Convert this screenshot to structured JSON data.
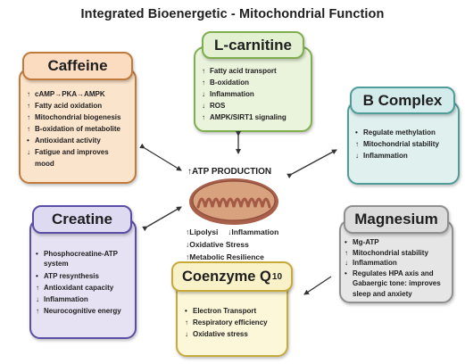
{
  "title": "Integrated Bioenergetic - Mitochondrial Function",
  "center": {
    "atp_label": "ATP PRODUCTION",
    "lipolysis": "Lipolysi",
    "inflammation": "Inflammation",
    "oxidative_stress": "Oxidative Stress",
    "metabolic_resilience": "Metabolic Resilience"
  },
  "markers": {
    "up": "↑",
    "down": "↓"
  },
  "caffeine": {
    "name": "Caffeine",
    "items": [
      "cAMP→PKA→AMPK",
      "Fatty acid oxidation",
      "Mitochondrial biogenesis",
      "B-oxidation of metabolite",
      "Antioxidant activity",
      "Fatigue and improves",
      "mood"
    ]
  },
  "lcarnitine": {
    "name": "L-carnitine",
    "items": [
      "Fatty acid transport",
      "B-oxidation",
      "Inflammation",
      "ROS",
      "AMPK/SIRT1 signaling"
    ]
  },
  "bcomplex": {
    "name": "B Complex",
    "items": [
      "Regulate methylation",
      "Mitochondrial stability",
      "Inflammation"
    ]
  },
  "creatine": {
    "name": "Creatine",
    "items": [
      "Phosphocreatine-ATP",
      "system",
      "ATP resynthesis",
      "Antioxidant capacity",
      "Inflammation",
      "Neurocognitive energy"
    ]
  },
  "magnesium": {
    "name": "Magnesium",
    "items": [
      "Mg-ATP",
      "Mitochondrial stability",
      "Inflammation",
      "Regulates HPA axis and",
      "Gabaergic tone: improves",
      "sleep and anxiety"
    ]
  },
  "coq10": {
    "name": "Coenzyme Q",
    "subscript": "10",
    "items": [
      "Electron Transport",
      "Respiratory efficiency",
      "Oxidative stress"
    ]
  },
  "colors": {
    "caffeine_fill": "#fbe4cc",
    "caffeine_border": "#c07a3a",
    "lcarnitine_fill": "#eaf3dc",
    "lcarnitine_border": "#7fae4f",
    "bcomplex_fill": "#dff0ef",
    "bcomplex_border": "#4f9d99",
    "creatine_fill": "#e6e2f4",
    "creatine_border": "#5a4ea6",
    "magnesium_fill": "#e6e6e6",
    "magnesium_border": "#8f8f8f",
    "coq10_fill": "#fcf7d8",
    "coq10_border": "#c7aa3c",
    "mito_outer": "#b7725a",
    "mito_inner": "#d9a27f"
  }
}
